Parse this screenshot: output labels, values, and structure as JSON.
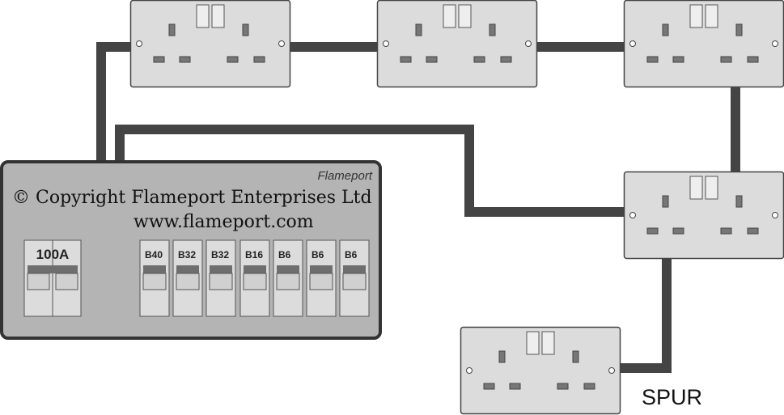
{
  "consumer_unit": {
    "brand": "Flameport",
    "copyright": "© Copyright Flameport Enterprises Ltd",
    "website": "www.flameport.com",
    "main_switch": "100A",
    "breakers": [
      "B40",
      "B32",
      "B32",
      "B16",
      "B6",
      "B6",
      "B6"
    ]
  },
  "sockets": [
    {
      "name": "socket-1"
    },
    {
      "name": "socket-2"
    },
    {
      "name": "socket-3"
    },
    {
      "name": "socket-4"
    },
    {
      "name": "socket-spur"
    }
  ],
  "spur_label": "SPUR",
  "colors": {
    "cable": "#444444",
    "unit": "#b4b4b4",
    "socket": "#dcdcdc"
  }
}
